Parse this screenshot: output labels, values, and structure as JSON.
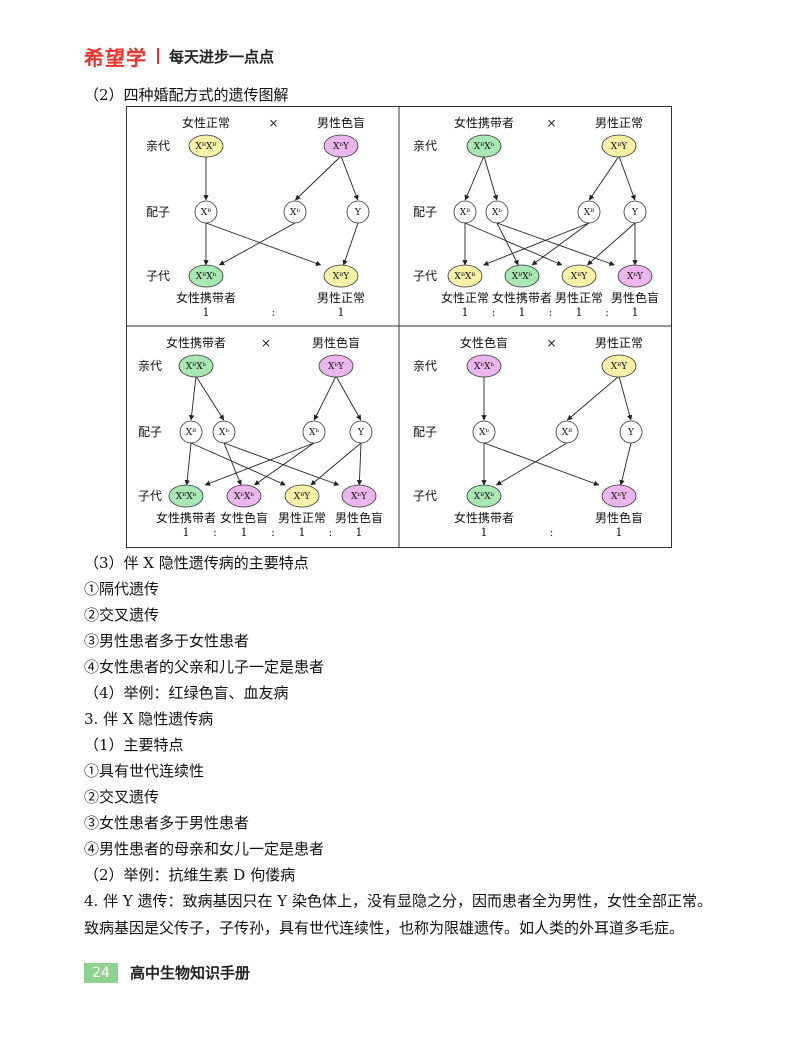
{
  "header": {
    "brand": "希望学",
    "slogan": "每天进步一点点"
  },
  "section_title": "（2）四种婚配方式的遗传图解",
  "diagram": {
    "row_labels": {
      "parents": "亲代",
      "gametes": "配子",
      "offspring": "子代"
    },
    "cross_symbol": "×",
    "ratio_sep": ":",
    "panels": [
      {
        "female": {
          "label": "女性正常",
          "genotype": "XᴮXᴮ"
        },
        "male": {
          "label": "男性色盲",
          "genotype": "XᵇY"
        },
        "gametes": [
          "Xᴮ",
          "Xᵇ",
          "Y"
        ],
        "offspring": [
          {
            "genotype": "XᴮXᵇ",
            "label": "女性携带者",
            "ratio": "1"
          },
          {
            "genotype": "XᴮY",
            "label": "男性正常",
            "ratio": "1"
          }
        ]
      },
      {
        "female": {
          "label": "女性携带者",
          "genotype": "XᴮXᵇ"
        },
        "male": {
          "label": "男性正常",
          "genotype": "XᴮY"
        },
        "gametes": [
          "Xᴮ",
          "Xᵇ",
          "Xᴮ",
          "Y"
        ],
        "offspring": [
          {
            "genotype": "XᴮXᴮ",
            "label": "女性正常",
            "ratio": "1"
          },
          {
            "genotype": "XᴮXᵇ",
            "label": "女性携带者",
            "ratio": "1"
          },
          {
            "genotype": "XᴮY",
            "label": "男性正常",
            "ratio": "1"
          },
          {
            "genotype": "XᵇY",
            "label": "男性色盲",
            "ratio": "1"
          }
        ]
      },
      {
        "female": {
          "label": "女性携带者",
          "genotype": "XᴮXᵇ"
        },
        "male": {
          "label": "男性色盲",
          "genotype": "XᵇY"
        },
        "gametes": [
          "Xᴮ",
          "Xᵇ",
          "Xᵇ",
          "Y"
        ],
        "offspring": [
          {
            "genotype": "XᴮXᵇ",
            "label": "女性携带者",
            "ratio": "1"
          },
          {
            "genotype": "XᵇXᵇ",
            "label": "女性色盲",
            "ratio": "1"
          },
          {
            "genotype": "XᴮY",
            "label": "男性正常",
            "ratio": "1"
          },
          {
            "genotype": "XᵇY",
            "label": "男性色盲",
            "ratio": "1"
          }
        ]
      },
      {
        "female": {
          "label": "女性色盲",
          "genotype": "XᵇXᵇ"
        },
        "male": {
          "label": "男性正常",
          "genotype": "XᴮY"
        },
        "gametes": [
          "Xᵇ",
          "Xᴮ",
          "Y"
        ],
        "offspring": [
          {
            "genotype": "XᴮXᵇ",
            "label": "女性携带者",
            "ratio": "1"
          },
          {
            "genotype": "XᵇY",
            "label": "男性色盲",
            "ratio": "1"
          }
        ]
      }
    ],
    "colors": {
      "female_normal": "#f5f2a8",
      "male_normal": "#f5f2a8",
      "carrier": "#a8e6b4",
      "affected": "#eab6ec",
      "border": "#333333"
    }
  },
  "body": {
    "s3_title": "（3）伴 X 隐性遗传病的主要特点",
    "s3_items": [
      "①隔代遗传",
      "②交叉遗传",
      "③男性患者多于女性患者",
      "④女性患者的父亲和儿子一定是患者"
    ],
    "s4_title": "（4）举例：红绿色盲、血友病",
    "h3": "3. 伴 X 隐性遗传病",
    "h3_sub1": "（1）主要特点",
    "h3_items": [
      "①具有世代连续性",
      "②交叉遗传",
      "③女性患者多于男性患者",
      "④男性患者的母亲和女儿一定是患者"
    ],
    "h3_sub2": "（2）举例：抗维生素 D 佝偻病",
    "h4_paragraph": "4. 伴 Y 遗传：致病基因只在 Y 染色体上，没有显隐之分，因而患者全为男性，女性全部正常。致病基因是父传子，子传孙，具有世代连续性，也称为限雄遗传。如人类的外耳道多毛症。"
  },
  "footer": {
    "page_number": "24",
    "book_title": "高中生物知识手册"
  }
}
